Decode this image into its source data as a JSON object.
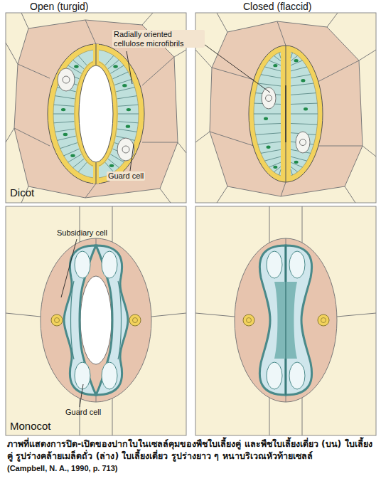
{
  "diagram": {
    "caption": "ภาพที่แสดงการปิด-เปิดของปากใบในเซลล์คุมของพืชใบเลี้ยงคู่ และพืชใบเลี้ยงเดี่ยว (บน) ใบเลี้ยงคู่ รูปร่างคล้ายเมล็ดถั่ว (ล่าง) ใบเลี้ยงเดี่ยว รูปร่างยาว ๆ หนาบริเวณหัวท้ายเซลล์",
    "labels": [
      "Open (turgid)",
      "Closed (flaccid)",
      "Radially oriented cellulose microfibrils",
      "Guard cell",
      "Dicot",
      "Subsidiary cell",
      "Guard cell",
      "Monocot",
      "(Campbell, N. A., 1990, p. 713)"
    ]
  }
}
